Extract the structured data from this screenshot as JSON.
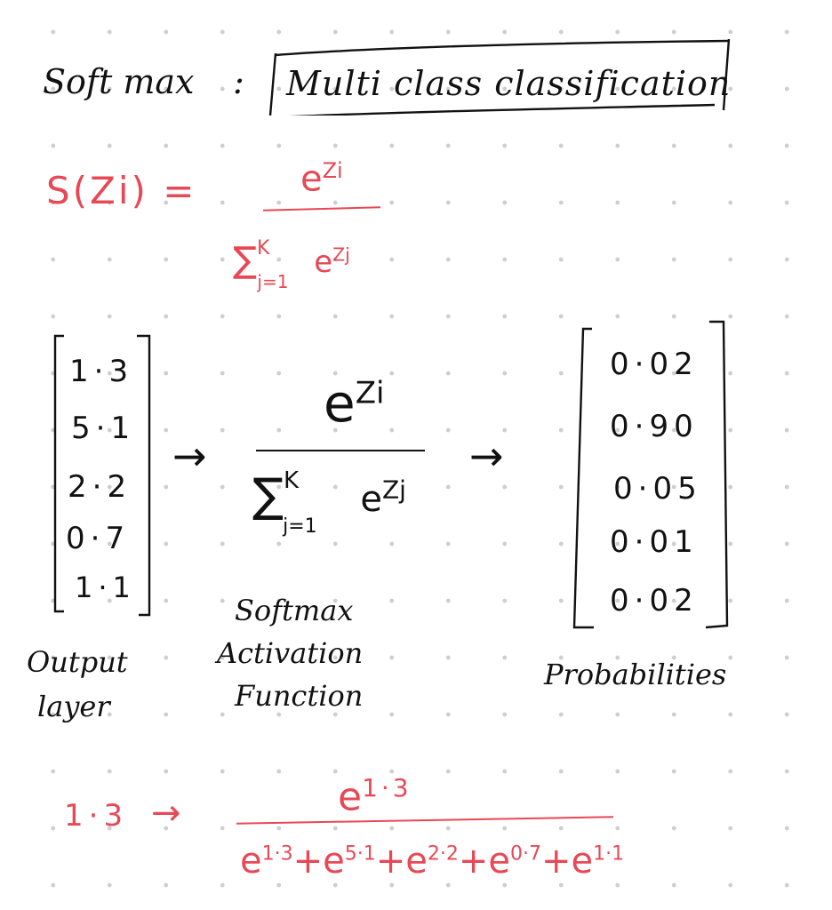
{
  "header": {
    "title": "Soft max",
    "separator": ":",
    "boxed_label": "Multi class classification"
  },
  "formula": {
    "lhs": "S(Zi) =",
    "numerator_base": "e",
    "numerator_exp": "Zi",
    "sum_symbol": "∑",
    "sum_upper": "K",
    "sum_lower": "j=1",
    "denominator_base": "e",
    "denominator_exp": "Zj"
  },
  "output_layer": {
    "values": [
      "1·3",
      "5·1",
      "2·2",
      "0·7",
      "1·1"
    ],
    "caption_line1": "Output",
    "caption_line2": "layer"
  },
  "activation": {
    "numerator_base": "e",
    "numerator_exp": "Zi",
    "sum_symbol": "∑",
    "sum_upper": "K",
    "sum_lower": "j=1",
    "denominator_base": "e",
    "denominator_exp": "Zj",
    "caption_line1": "Softmax",
    "caption_line2": "Activation",
    "caption_line3": "Function"
  },
  "arrows": {
    "arrow": "→"
  },
  "probabilities": {
    "values": [
      "0·02",
      "0·90",
      "0·05",
      "0·01",
      "0·02"
    ],
    "caption": "Probabilities"
  },
  "example": {
    "input": "1·3",
    "arrow": "→",
    "numerator_base": "e",
    "numerator_exp": "1·3",
    "denominator_terms": [
      {
        "base": "e",
        "exp": "1·3"
      },
      {
        "base": "e",
        "exp": "5·1"
      },
      {
        "base": "e",
        "exp": "2·2"
      },
      {
        "base": "e",
        "exp": "0·7"
      },
      {
        "base": "e",
        "exp": "1·1"
      }
    ],
    "plus": "+"
  },
  "colors": {
    "ink": "#111111",
    "red": "#e84855",
    "dot_grid": "#cfcfcf"
  }
}
